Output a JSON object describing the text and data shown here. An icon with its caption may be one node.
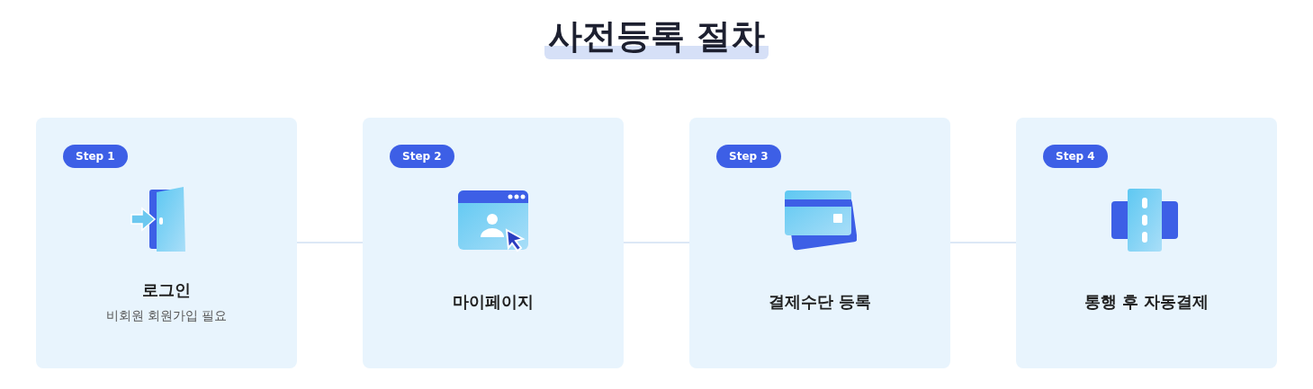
{
  "diagram": {
    "title": "사전등록 절차",
    "nodes": [
      {
        "text": [
          "로그인",
          "비회원 회원가입 필요"
        ]
      },
      {
        "text": [
          "Step 1"
        ],
        "in": 0
      },
      {
        "text": [
          "마이페이지"
        ]
      },
      {
        "text": [
          "Step 2"
        ],
        "in": 2
      },
      {
        "text": [
          "결제수단 등록"
        ]
      },
      {
        "text": [
          "Step 3"
        ],
        "in": 4
      },
      {
        "text": [
          "통행 후 자동결제"
        ]
      },
      {
        "text": [
          "Step 4"
        ],
        "in": 6
      }
    ],
    "edges": [
      {
        "from": 0,
        "to": 2,
        "arrow": "none"
      },
      {
        "from": 2,
        "to": 4,
        "arrow": "none"
      },
      {
        "from": 4,
        "to": 6,
        "arrow": "none"
      }
    ]
  }
}
